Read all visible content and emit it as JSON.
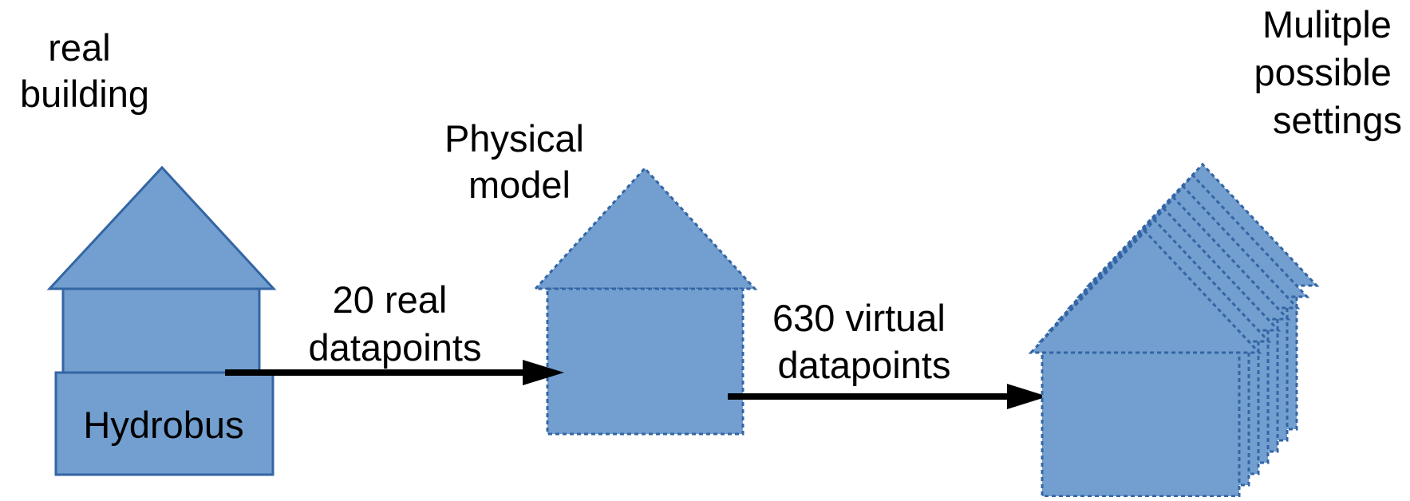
{
  "labels": {
    "real_building": [
      "real",
      "building"
    ],
    "physical_model": [
      "Physical",
      "model"
    ],
    "multiple_settings": [
      "Mulitple",
      "possible",
      "settings"
    ],
    "hydrobus": "Hydrobus",
    "real_datapoints": [
      "20 real",
      "datapoints"
    ],
    "virtual_datapoints": [
      "630 virtual",
      "datapoints"
    ]
  },
  "colors": {
    "house_fill": "#729fcf",
    "house_stroke": "#3465a4",
    "arrow": "#000000"
  },
  "stack_copies": 7
}
